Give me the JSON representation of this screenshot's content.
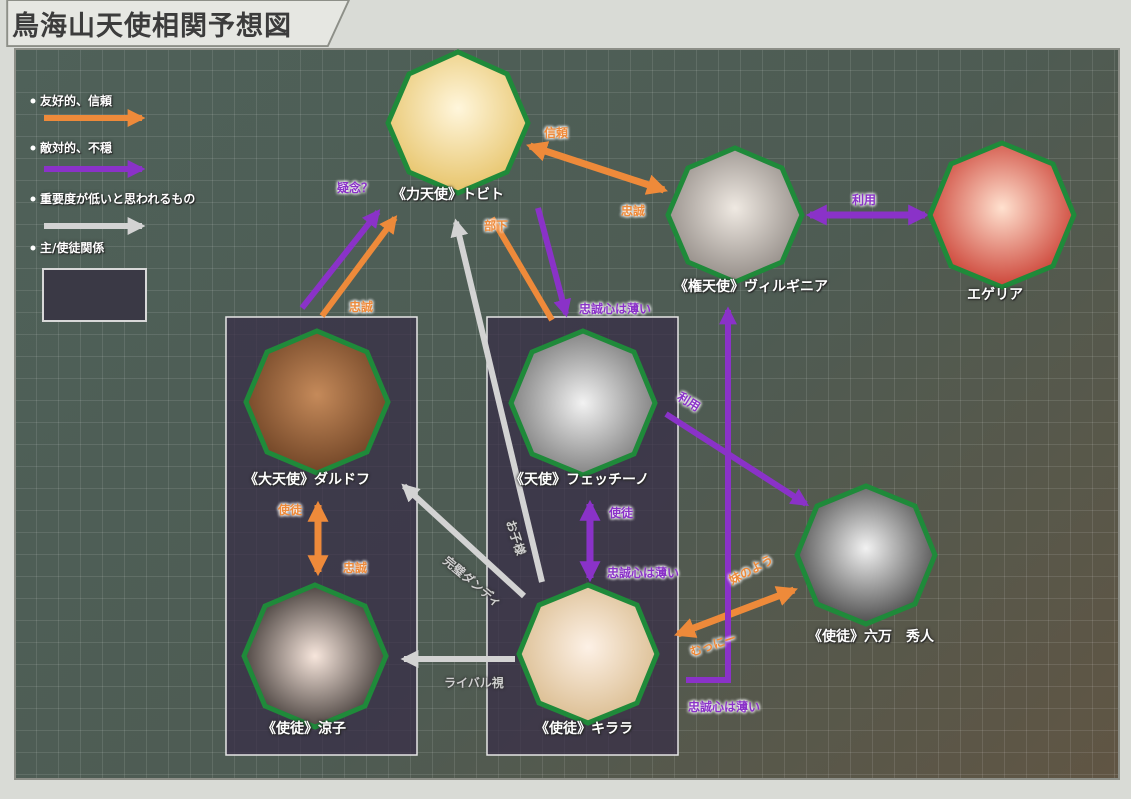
{
  "title": "鳥海山天使相関予想図",
  "legend": {
    "friendly": "友好的、信頼",
    "hostile": "敵対的、不穏",
    "minor": "重要度が低いと思われるもの",
    "master": "主/使徒関係"
  },
  "characters": {
    "tobit": "《力天使》トビト",
    "virginia": "《権天使》ヴィルギニア",
    "egeria": "エゲリア",
    "dardolf": "《大天使》ダルドフ",
    "fetchino": "《天使》フェッチーノ",
    "rokuman": "《使徒》六万　秀人",
    "ryoko": "《使徒》涼子",
    "kirara": "《使徒》キララ"
  },
  "edges": {
    "shinrai": "信頼",
    "chusei1": "忠誠",
    "riyo1": "利用",
    "ginen": "疑念？",
    "chusei2": "忠誠",
    "buka": "部下",
    "usui1": "忠誠心は薄い",
    "riyo2": "利用",
    "shito1": "使徒",
    "chusei3": "忠誠",
    "kanpeki": "完璧ダンディ",
    "okosama": "お子様",
    "shito2": "使徒",
    "usui2": "忠誠心は薄い",
    "imouto": "妹のよう",
    "mutsuni": "むっにー",
    "rival": "ライバル視",
    "usui3": "忠誠心は薄い"
  },
  "colors": {
    "orange": "#ee8a3a",
    "purple": "#8a32c8",
    "gray": "#d3d3d3",
    "frame": "#1f8a3a"
  }
}
